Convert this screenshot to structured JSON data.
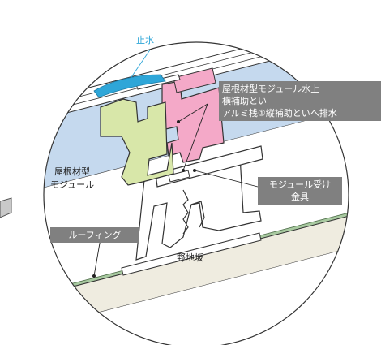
{
  "labels": {
    "water_stop": "止水",
    "roof_module_water_head": "屋根材型モジュール水上",
    "horizontal_gutter": "横補助とい",
    "aluminum_rail_drain": "アルミ桟①縦補助といへ排水",
    "roof_module_line1": "屋根材型",
    "roof_module_line2": "モジュール",
    "module_bracket_line1": "モジュール受け",
    "module_bracket_line2": "金具",
    "roofing": "ルーフィング",
    "sheathing": "野地坂"
  },
  "colors": {
    "module_blue": "#c5d9ee",
    "gutter_pink": "#f4a9c8",
    "rail_green": "#d8e7a9",
    "sealant_blue": "#2ea6d8",
    "roofing_green": "#a8c9a0",
    "sheathing_beige": "#efece0",
    "label_gray": "#808080"
  }
}
